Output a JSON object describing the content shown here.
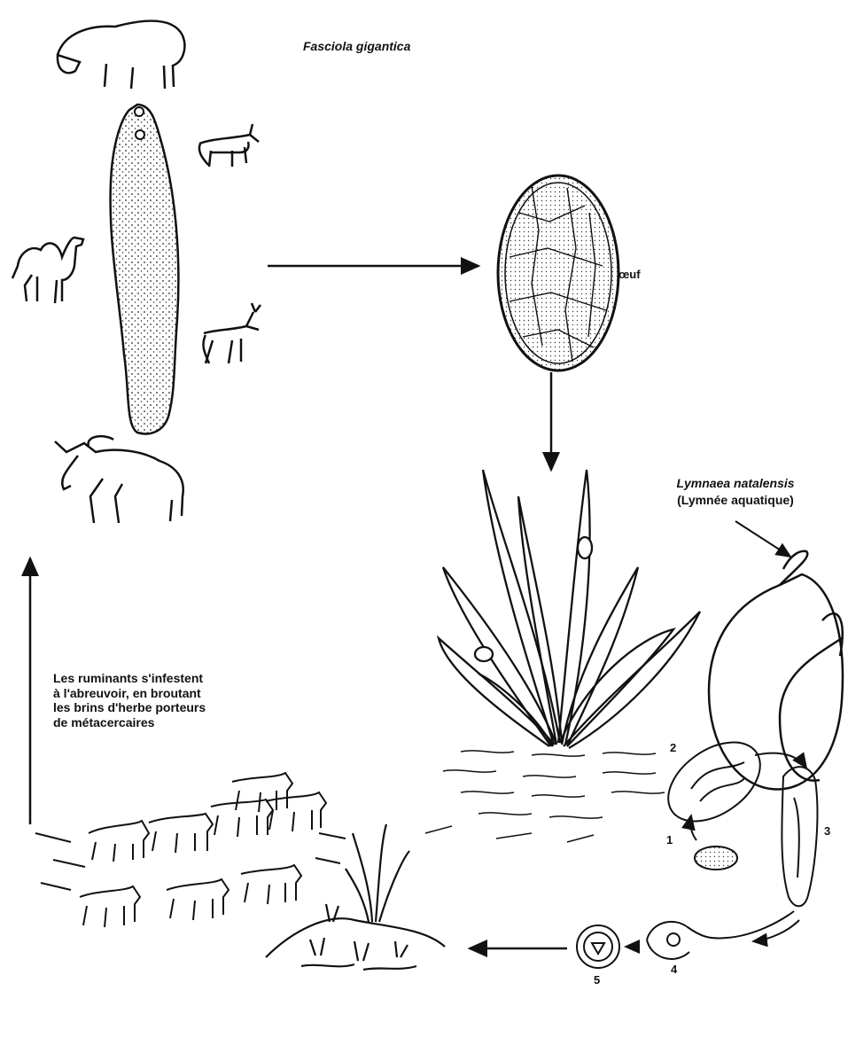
{
  "title": "Fasciola gigantica",
  "egg_label": "œuf",
  "snail": {
    "name": "Lymnaea natalensis",
    "common": "(Lymnée aquatique)"
  },
  "caption": {
    "lines": [
      "Les ruminants s'infestent",
      "à l'abreuvoir, en broutant",
      "les brins d'herbe porteurs",
      "de métacercaires"
    ]
  },
  "stages": [
    "1",
    "2",
    "3",
    "4",
    "5"
  ]
}
